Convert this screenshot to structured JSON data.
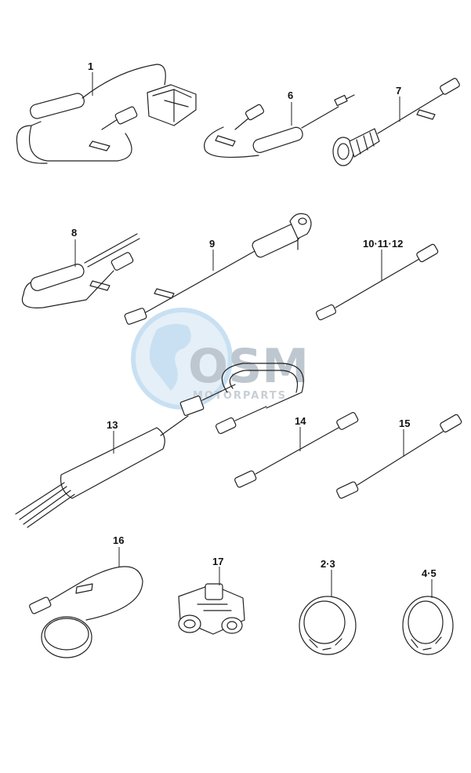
{
  "watermark": {
    "brand": "OSM",
    "tagline": "MOTORPARTS",
    "colors": {
      "globe": "#9cc7e8",
      "letters": "#8a9aa8"
    }
  },
  "callouts": {
    "p1": "1",
    "p6": "6",
    "p7": "7",
    "p8": "8",
    "p9": "9",
    "p10_12": "10·11·12",
    "p13": "13",
    "p14": "14",
    "p15": "15",
    "p16": "16",
    "p17": "17",
    "p2_3": "2·3",
    "p4_5": "4·5"
  }
}
